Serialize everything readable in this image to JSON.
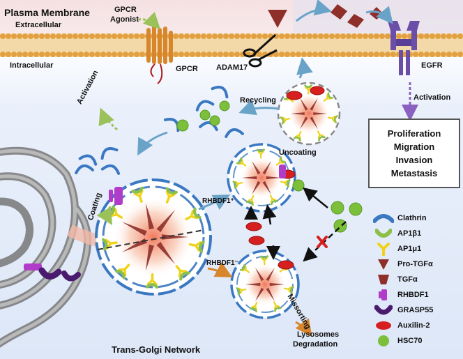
{
  "labels": {
    "plasma_membrane": "Plasma Membrane",
    "extracellular": "Extracellular",
    "intracellular": "Intracellular",
    "gpcr_agonist_line1": "GPCR",
    "gpcr_agonist_line2": "Agonist",
    "gpcr": "GPCR",
    "adam17": "ADAM17",
    "egfr": "EGFR",
    "activation_top": "Activation",
    "activation_left": "Activation",
    "recycling": "Recycling",
    "uncoating": "Uncoating",
    "coating": "Coating",
    "rhbdf1_plus": "RHBDF1⁺",
    "rhbdf1_minus": "RHBDF1⁻",
    "missorting": "Missorting",
    "lysosomes": "Lysosomes",
    "degradation": "Degradation",
    "trans_golgi": "Trans-Golgi Network"
  },
  "outcomes": [
    "Proliferation",
    "Migration",
    "Invasion",
    "Metastasis"
  ],
  "legend": [
    {
      "icon": "clathrin-icon",
      "label": "Clathrin"
    },
    {
      "icon": "ap1b1-icon",
      "label": "AP1β1"
    },
    {
      "icon": "ap1u1-icon",
      "label": "AP1μ1"
    },
    {
      "icon": "pro-tgfa-icon",
      "label": "Pro-TGFα"
    },
    {
      "icon": "tgfa-icon",
      "label": "TGFα"
    },
    {
      "icon": "rhbdf1-icon",
      "label": "RHBDF1"
    },
    {
      "icon": "grasp55-icon",
      "label": "GRASP55"
    },
    {
      "icon": "auxilin2-icon",
      "label": "Auxilin-2"
    },
    {
      "icon": "hsc70-icon",
      "label": "HSC70"
    }
  ],
  "colors": {
    "clathrin": "#3a78c2",
    "ap1b1": "#8dc04a",
    "ap1u1": "#f0d21a",
    "tgfa": "#8e2f2a",
    "rhbdf1": "#b13cc9",
    "grasp55": "#4a1a6e",
    "auxilin": "#d61f1f",
    "hsc70": "#7cbf3a",
    "egfr": "#6a4ea8",
    "arrow": "#6aa3c8"
  }
}
